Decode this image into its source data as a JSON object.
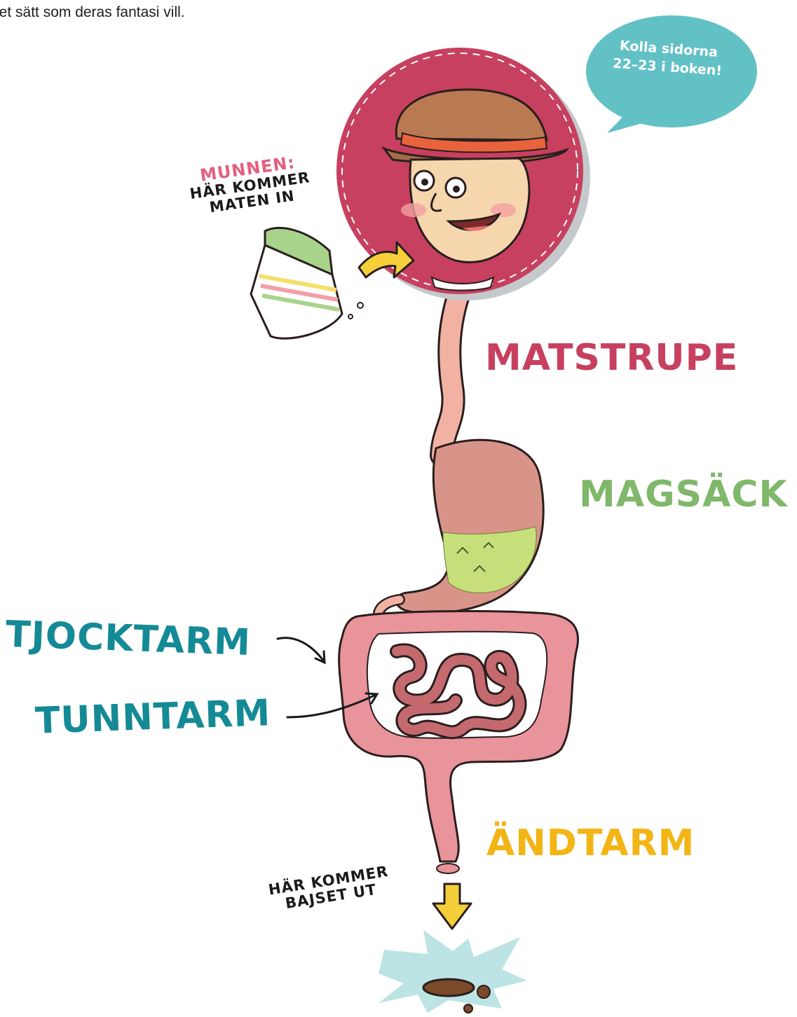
{
  "intro_text": "let sätt som deras fantasi vill.",
  "bubble": {
    "line1": "Kolla sidorna",
    "line2": "22–23 i boken!"
  },
  "mouth": {
    "title": "MUNNEN:",
    "line1": "HÄR KOMMER",
    "line2": "MATEN IN"
  },
  "labels": {
    "esophagus": "MATSTRUPE",
    "stomach": "MAGSÄCK",
    "large_intestine": "TJOCKTARM",
    "small_intestine": "TUNNTARM",
    "rectum": "ÄNDTARM"
  },
  "exit": {
    "line1": "HÄR KOMMER",
    "line2": "BAJSET UT"
  },
  "colors": {
    "crimson": "#c7405f",
    "pink_label": "#e2607e",
    "teal": "#148a96",
    "green": "#7fb86a",
    "yellow": "#f2b515",
    "bubble": "#62c1c4",
    "intestine": "#e9939b",
    "esophagus": "#f2b2a3"
  }
}
